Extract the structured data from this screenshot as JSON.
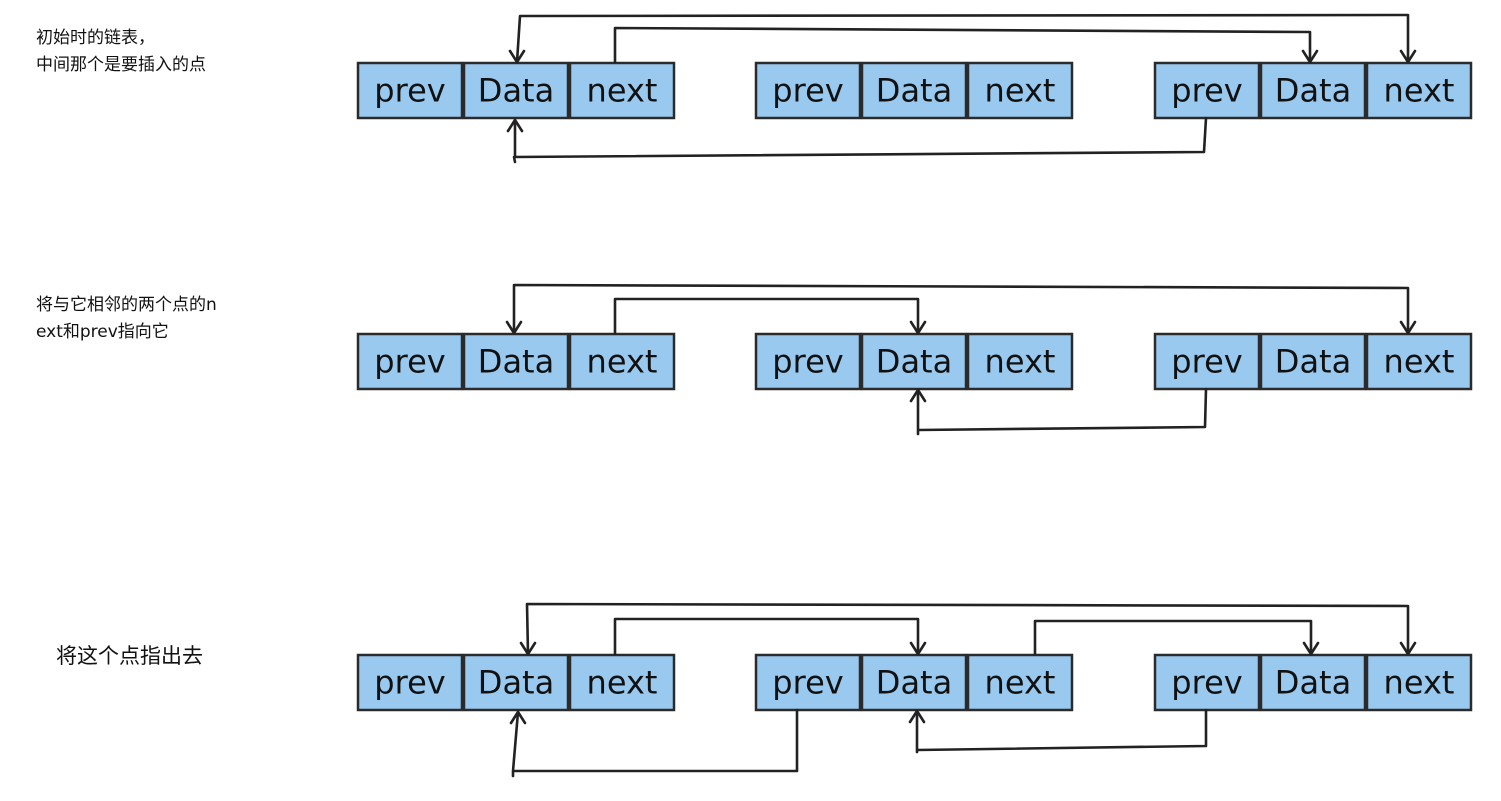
{
  "stages": [
    {
      "caption": "初始时的链表，\n中间那个是要插入的点",
      "nodes": [
        [
          "prev",
          "Data",
          "next"
        ],
        [
          "prev",
          "Data",
          "next"
        ],
        [
          "prev",
          "Data",
          "next"
        ]
      ]
    },
    {
      "caption": "将与它相邻的两个点的n\next和prev指向它",
      "nodes": [
        [
          "prev",
          "Data",
          "next"
        ],
        [
          "prev",
          "Data",
          "next"
        ],
        [
          "prev",
          "Data",
          "next"
        ]
      ]
    },
    {
      "caption": "将这个点指出去",
      "nodes": [
        [
          "prev",
          "Data",
          "next"
        ],
        [
          "prev",
          "Data",
          "next"
        ],
        [
          "prev",
          "Data",
          "next"
        ]
      ]
    }
  ],
  "colors": {
    "cell_fill": "#99c9ef",
    "stroke": "#2b2b2b",
    "arrow": "#222222"
  }
}
